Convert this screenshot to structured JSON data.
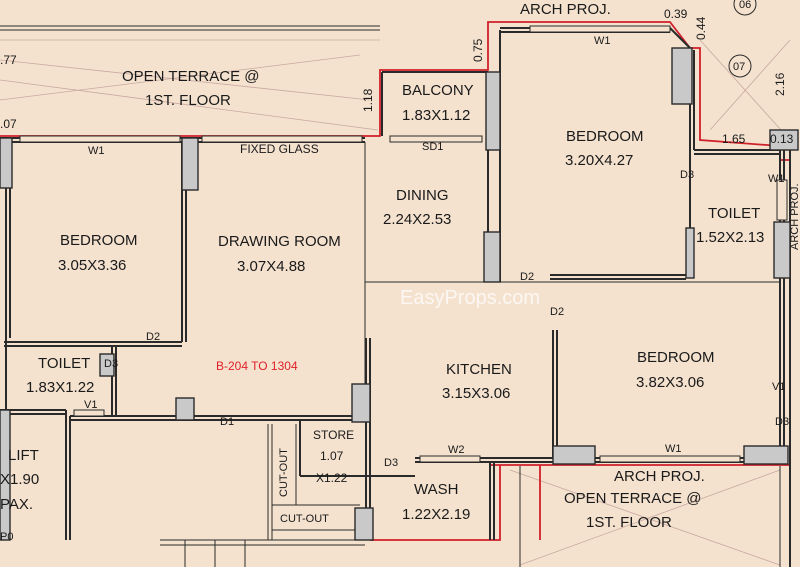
{
  "labels": {
    "arch_proj_top": "ARCH PROJ.",
    "open_terrace_top_1": "OPEN TERRACE @",
    "open_terrace_top_2": "1ST. FLOOR",
    "balcony_name": "BALCONY",
    "balcony_dim": "1.83X1.12",
    "fixed_glass": "FIXED GLASS",
    "sd1": "SD1",
    "w1_left": "W1",
    "w1_top_right": "W1",
    "w1_bottom": "W1",
    "w1_toilet": "W1",
    "v1_left": "V1",
    "v1_right": "V1",
    "w2": "W2",
    "d1": "D1",
    "d2_left": "D2",
    "d2_mid": "D2",
    "d2_mid2": "D2",
    "d3_toilet": "D3",
    "d3_right": "D3",
    "d3_wash": "D3",
    "d3_br": "D3",
    "bedroom_left_name": "BEDROOM",
    "bedroom_left_dim": "3.05X3.36",
    "drawing_name": "DRAWING ROOM",
    "drawing_dim": "3.07X4.88",
    "dining_name": "DINING",
    "dining_dim": "2.24X2.53",
    "bedroom_tr_name": "BEDROOM",
    "bedroom_tr_dim": "3.20X4.27",
    "toilet_r_name": "TOILET",
    "toilet_r_dim": "1.52X2.13",
    "toilet_l_name": "TOILET",
    "toilet_l_dim": "1.83X1.22",
    "kitchen_name": "KITCHEN",
    "kitchen_dim": "3.15X3.06",
    "bedroom_br_name": "BEDROOM",
    "bedroom_br_dim": "3.82X3.06",
    "store_name": "STORE",
    "store_dim1": "1.07",
    "store_dim2": "X1.22",
    "wash_name": "WASH",
    "wash_dim": "1.22X2.19",
    "cut_out_v": "CUT-OUT",
    "cut_out_h": "CUT-OUT",
    "lift_1": "LIFT",
    "lift_2": "X1.90",
    "lift_3": "PAX.",
    "lift_4": "P0",
    "arch_proj_bottom": "ARCH PROJ.",
    "open_terrace_bot_1": "OPEN TERRACE @",
    "open_terrace_bot_2": "1ST. FLOOR",
    "unit_range": "B-204 TO 1304",
    "watermark": "EasyProps.com",
    "dim_077": ".77",
    "dim_007": ".07",
    "dim_118": "1.18",
    "dim_075": "0.75",
    "dim_039": "0.39",
    "dim_044": "0.44",
    "dim_216": "2.16",
    "dim_165": "1.65",
    "dim_013": "0.13",
    "dim_06": "06",
    "dim_07": "07",
    "dim_arch_r": "ARCH PROJ."
  }
}
